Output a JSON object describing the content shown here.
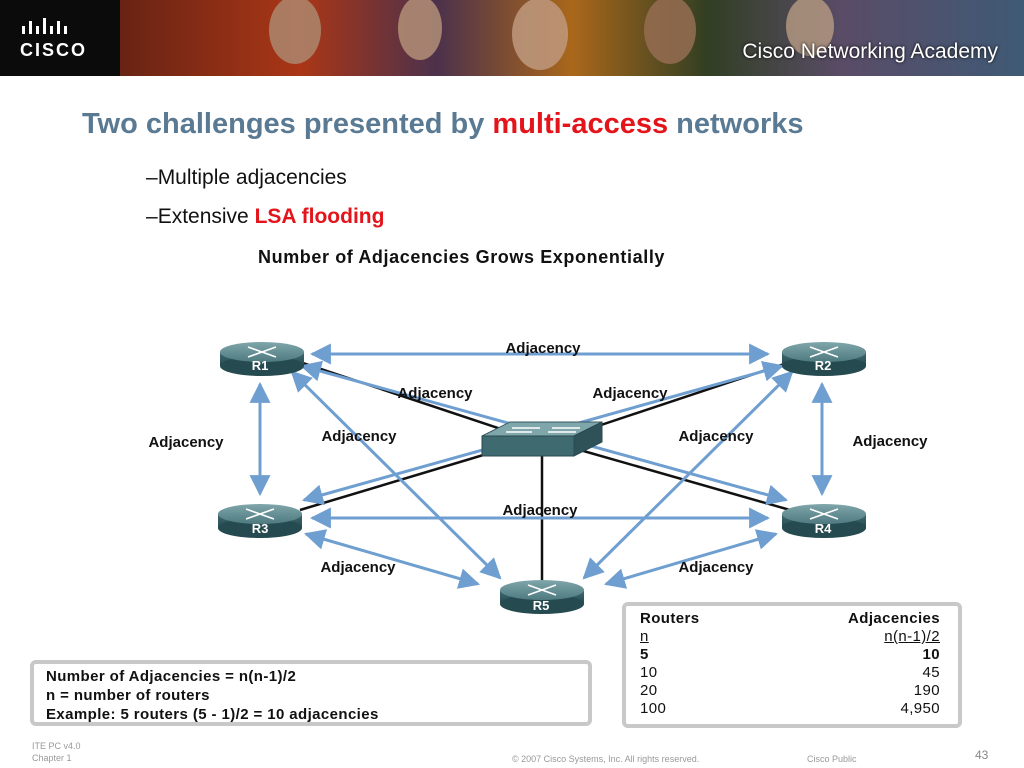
{
  "header": {
    "logo_text": "CISCO",
    "academy": "Cisco Networking Academy"
  },
  "slide": {
    "title_pre": "Two challenges presented by ",
    "title_highlight": "multi-access",
    "title_post": " networks",
    "bullets": [
      {
        "dash": "–",
        "text": "Multiple adjacencies",
        "highlight": ""
      },
      {
        "dash": "–",
        "text": "Extensive ",
        "highlight": "LSA flooding"
      }
    ],
    "diagram_title": "Number of Adjacencies Grows Exponentially"
  },
  "diagram": {
    "routers": [
      "R1",
      "R2",
      "R3",
      "R4",
      "R5"
    ],
    "edge_label": "Adjacency"
  },
  "formula": {
    "lines": [
      "Number of Adjacencies = n(n-1)/2",
      "n = number of routers",
      "Example: 5 routers (5 - 1)/2 = 10 adjacencies"
    ]
  },
  "table": {
    "headers": [
      "Routers",
      "Adjacencies"
    ],
    "formula_row": [
      "n",
      "n(n-1)/2"
    ],
    "rows": [
      [
        "5",
        "10"
      ],
      [
        "10",
        "45"
      ],
      [
        "20",
        "190"
      ],
      [
        "100",
        "4,950"
      ]
    ]
  },
  "footer": {
    "line1": "ITE PC v4.0",
    "line2": "Chapter 1",
    "copyright": "© 2007 Cisco Systems, Inc. All rights reserved.",
    "classification": "Cisco Public",
    "page": "43"
  }
}
